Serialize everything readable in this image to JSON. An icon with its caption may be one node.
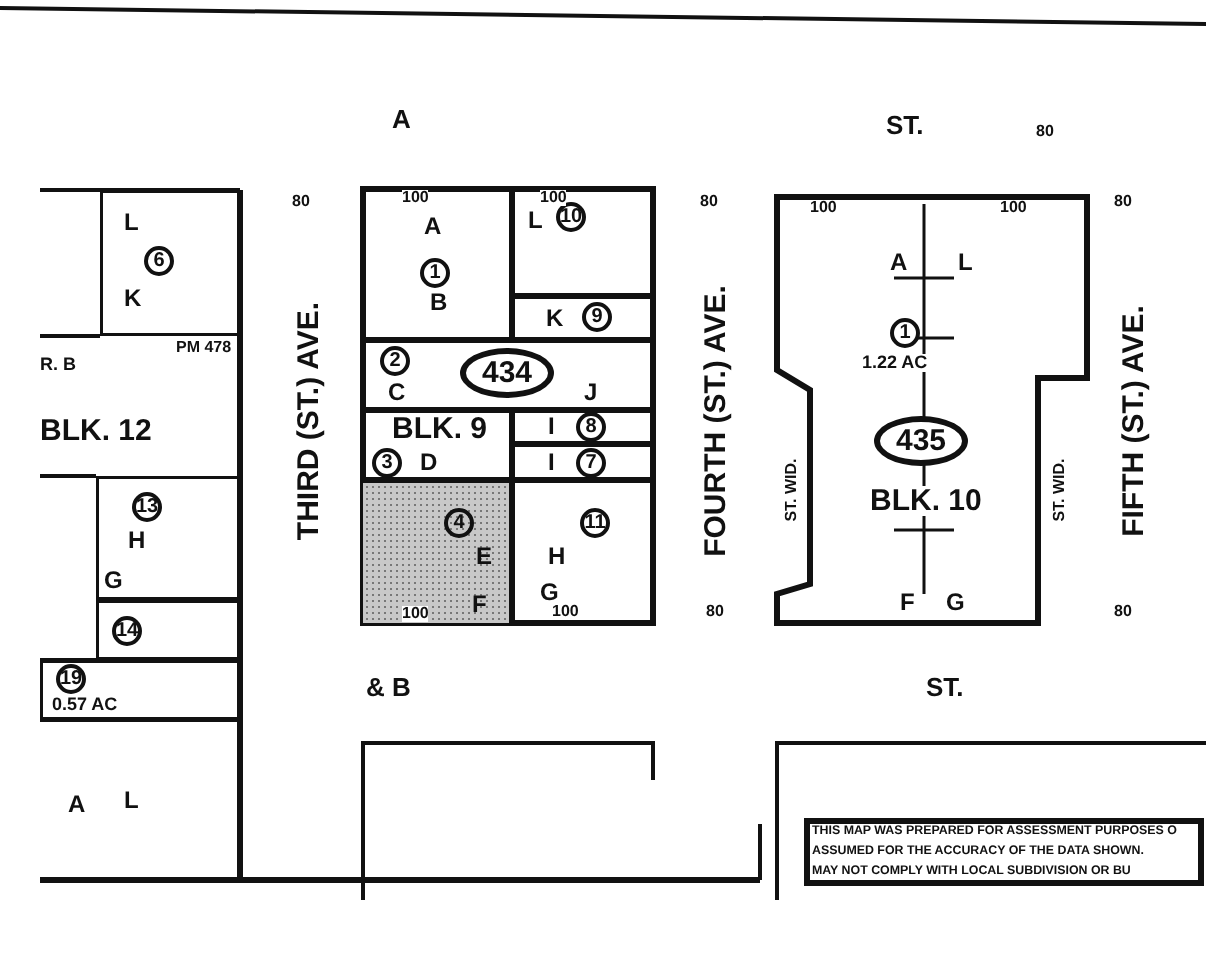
{
  "diagram": {
    "nodes": [
      {
        "text": [
          "L",
          "6",
          "K"
        ],
        "beside": [
          "PM 478"
        ]
      },
      {
        "text": [
          "13",
          "H",
          "G"
        ]
      },
      {
        "text": [
          "14"
        ]
      },
      {
        "text": [
          "19",
          "0.57 AC"
        ]
      },
      {
        "text": [],
        "shape": "box"
      },
      {
        "text": [
          "A",
          "1",
          "B"
        ],
        "in": 4
      },
      {
        "text": [
          "L",
          "10"
        ],
        "in": 4
      },
      {
        "text": [
          "K",
          "9"
        ],
        "in": 4
      },
      {
        "text": [
          "2",
          "434",
          "C",
          "J"
        ],
        "in": 4
      },
      {
        "text": [
          "BLK. 9",
          "3",
          "D"
        ],
        "in": 4
      },
      {
        "text": [
          "I",
          "8"
        ],
        "in": 4
      },
      {
        "text": [
          "I",
          "7"
        ],
        "in": 4
      },
      {
        "text": [
          "4",
          "E",
          "F"
        ],
        "in": 4
      },
      {
        "text": [
          "11",
          "H",
          "G"
        ],
        "in": 4
      },
      {
        "text": [
          "A",
          "L",
          "1",
          "1.22 AC",
          "435",
          "BLK. 10",
          "F",
          "G"
        ]
      },
      {
        "text": [],
        "shape": "box"
      },
      {
        "text": [],
        "shape": "box"
      },
      {
        "text": [
          "THIS MAP WAS PREPARED FOR ASSESSMENT PURPOSES O",
          "ASSUMED FOR THE ACCURACY OF THE DATA SHOWN.",
          "MAY NOT COMPLY WITH LOCAL SUBDIVISION OR BU"
        ],
        "in": 16
      }
    ],
    "edges": [],
    "labels": [
      "A",
      "ST.",
      "80",
      "80",
      "100",
      "100",
      "80",
      "100",
      "100",
      "80",
      "R. B",
      "BLK. 12",
      "THIRD (ST.) AVE.",
      "FOURTH (ST.) AVE.",
      "FIFTH (ST.) AVE.",
      "ST. WID.",
      "ST. WID.",
      "100",
      "100",
      "80",
      "80",
      "& B",
      "ST.",
      "A",
      "L"
    ]
  }
}
